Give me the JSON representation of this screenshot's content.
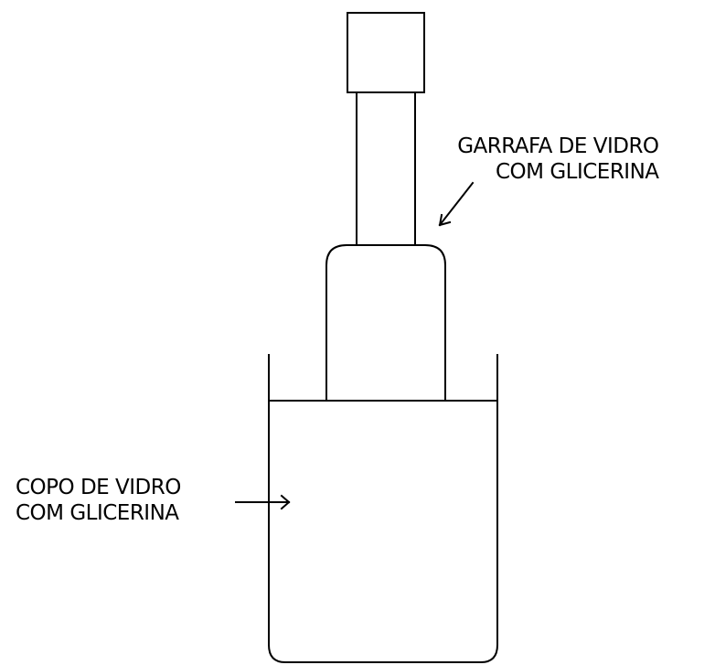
{
  "diagram": {
    "bottle_label": {
      "line1": "GARRAFA DE VIDRO",
      "line2": "COM GLICERINA"
    },
    "cup_label": {
      "line1": "COPO DE VIDRO",
      "line2": "COM GLICERINA"
    }
  }
}
